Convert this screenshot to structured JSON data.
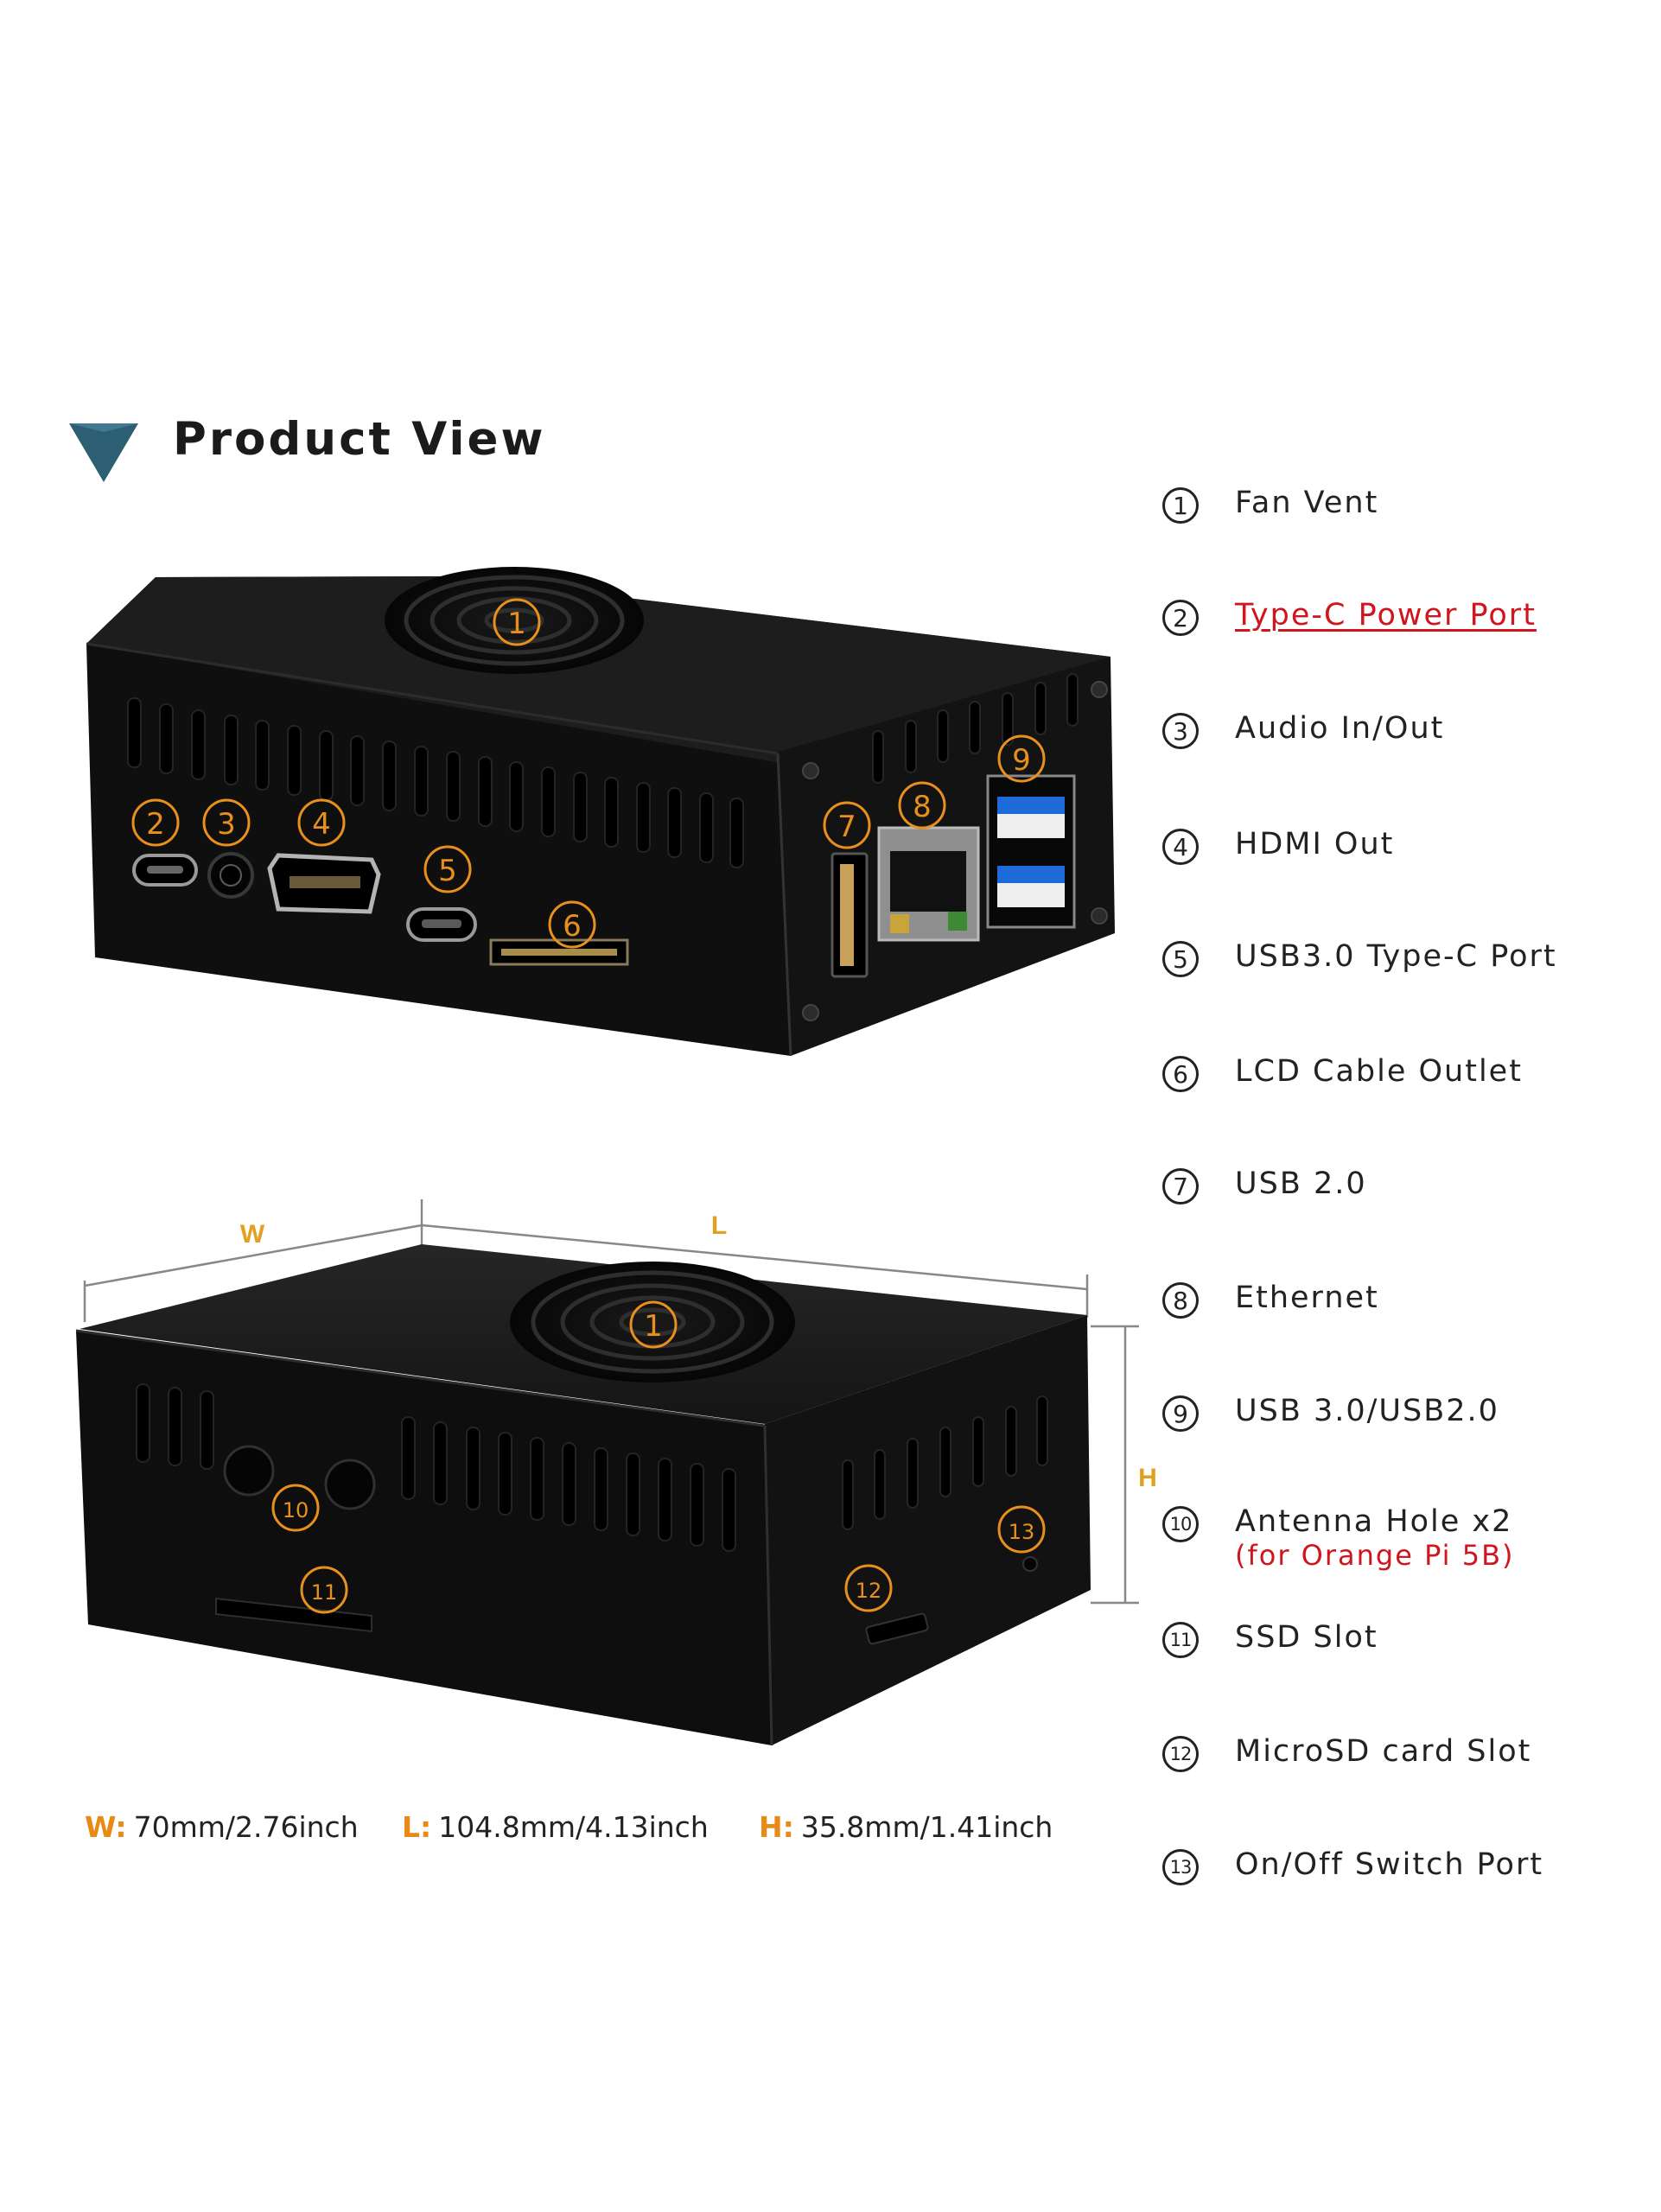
{
  "heading": {
    "title": "Product View"
  },
  "legend": [
    {
      "num": "1",
      "label": "Fan Vent"
    },
    {
      "num": "2",
      "label": "Type-C Power Port",
      "highlight": true
    },
    {
      "num": "3",
      "label": "Audio In/Out"
    },
    {
      "num": "4",
      "label": "HDMI Out"
    },
    {
      "num": "5",
      "label": "USB3.0 Type-C Port"
    },
    {
      "num": "6",
      "label": "LCD Cable Outlet"
    },
    {
      "num": "7",
      "label": "USB 2.0"
    },
    {
      "num": "8",
      "label": "Ethernet"
    },
    {
      "num": "9",
      "label": "USB 3.0/USB2.0"
    },
    {
      "num": "10",
      "label": "Antenna Hole x2",
      "sublabel": "(for Orange Pi 5B)"
    },
    {
      "num": "11",
      "label": "SSD Slot"
    },
    {
      "num": "12",
      "label": "MicroSD card Slot"
    },
    {
      "num": "13",
      "label": "On/Off Switch Port"
    }
  ],
  "dimensions": {
    "w_key": "W:",
    "w_value": "70mm/2.76inch",
    "l_key": "L:",
    "l_value": "104.8mm/4.13inch",
    "h_key": "H:",
    "h_value": "35.8mm/1.41inch",
    "w_label": "W",
    "l_label": "L",
    "h_label": "H"
  },
  "colors": {
    "accent_orange": "#e8901d",
    "highlight_red": "#d0151c",
    "heading_triangle": "#2d5f74",
    "case_black": "#121212"
  }
}
